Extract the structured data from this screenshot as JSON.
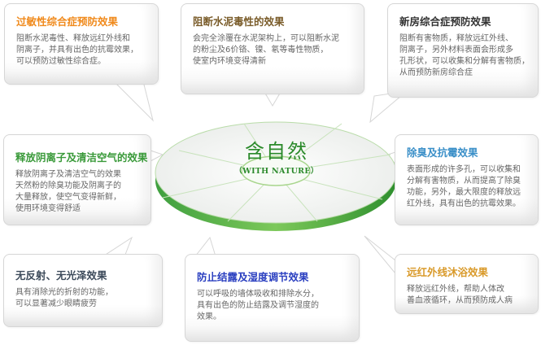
{
  "center": {
    "title": "含自然",
    "subtitle": "（WITH NATURE）",
    "accent_color": "#2b8a2b"
  },
  "bubbles": [
    {
      "id": "allergy",
      "title": "过敏性综合症预防效果",
      "title_color": "#f08a1c",
      "lines": [
        "阻断水泥毒性、释放远红外线和",
        "阴离子，并具有出色的抗霉效果，",
        "可以预防过敏性综合症。"
      ]
    },
    {
      "id": "cement",
      "title": "阻断水泥毒性的效果",
      "title_color": "#7a5c2a",
      "lines": [
        "会完全涂覆在水泥架构上，可以阻断水泥",
        "的粉尘及6价铬、镍、氡等毒性物质，",
        "使室内环境变得清新"
      ]
    },
    {
      "id": "new-house",
      "title": "新房综合症预防效果",
      "title_color": "#333333",
      "lines": [
        "阻断有害物质，释放远红外线、",
        "阴离子，另外材料表面会形成多",
        "孔形状，可以收集和分解有害物质，",
        "从而预防新房综合症"
      ]
    },
    {
      "id": "anion",
      "title": "释放阴离子及清洁空气的效果",
      "title_color": "#3a9a3a",
      "lines": [
        "释放阴离子及清洁空气的效果",
        "天然粉的除臭功能及阴离子的",
        "大量释放，使空气变得新鲜，",
        "使用环境变得舒适"
      ]
    },
    {
      "id": "deodorize",
      "title": "除臭及抗霉效果",
      "title_color": "#3a8fc8",
      "lines": [
        "表面形成的许多孔，可以收集和",
        "分解有害物质，从而提高了除臭",
        "功能，另外，最大限度的释放远",
        "红外线，具有出色的抗霉效果。"
      ]
    },
    {
      "id": "anti-glare",
      "title": "无反射、无光泽效果",
      "title_color": "#3c4a5a",
      "lines": [
        "具有消除光的折射的功能，",
        "可以显著减少眼睛疲劳"
      ]
    },
    {
      "id": "humidity",
      "title": "防止结露及湿度调节效果",
      "title_color": "#2a3fc0",
      "lines": [
        "可以呼吸的墙体吸收和排除水分，",
        "具有出色的防止结露及调节湿度的",
        "效果。"
      ]
    },
    {
      "id": "far-infrared",
      "title": "远红外线沐浴效果",
      "title_color": "#d99a2a",
      "lines": [
        "释放远红外线，帮助人体改",
        "善血液循环，从而预防成人病"
      ]
    }
  ]
}
